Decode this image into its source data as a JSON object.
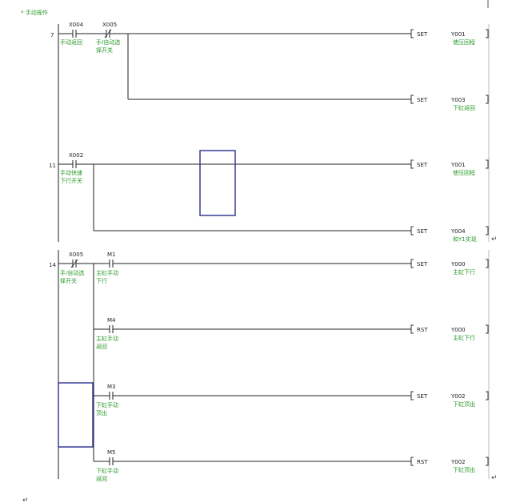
{
  "comment_title": "* 手动操作",
  "colors": {
    "wire": "#222222",
    "device_label": "#2a9a2a",
    "highlight_box": "#2b2f8e"
  },
  "rungs": [
    {
      "step": "7",
      "contacts": [
        {
          "device": "X004",
          "type": "no",
          "comment": [
            "手动返回"
          ]
        },
        {
          "device": "X005",
          "type": "nc",
          "comment": [
            "手/自动选",
            "择开关"
          ]
        }
      ],
      "coils": [
        {
          "instruction": "SET",
          "device": "Y001",
          "comment": "使压回程"
        },
        {
          "instruction": "SET",
          "device": "Y003",
          "comment": "下缸返回"
        }
      ]
    },
    {
      "step": "11",
      "contacts": [
        {
          "device": "X002",
          "type": "no",
          "comment": [
            "手动快速",
            "下行开关"
          ]
        }
      ],
      "coils": [
        {
          "instruction": "SET",
          "device": "Y001",
          "comment": "使压回程"
        },
        {
          "instruction": "SET",
          "device": "Y004",
          "comment": "和Y1实现"
        }
      ]
    },
    {
      "step": "14",
      "contacts": [
        {
          "device": "X005",
          "type": "nc",
          "comment": [
            "手/自动选",
            "择开关"
          ]
        },
        {
          "device": "M1",
          "type": "no",
          "comment": [
            "主缸手动",
            "下行"
          ]
        },
        {
          "device": "M4",
          "type": "no",
          "comment": [
            "主缸手动",
            "返回"
          ]
        },
        {
          "device": "M3",
          "type": "no",
          "comment": [
            "下缸手动",
            "顶出"
          ]
        },
        {
          "device": "M5",
          "type": "no",
          "comment": [
            "下缸手动",
            "返回"
          ]
        }
      ],
      "coils": [
        {
          "instruction": "SET",
          "device": "Y000",
          "comment": "主缸下行"
        },
        {
          "instruction": "RST",
          "device": "Y000",
          "comment": "主缸下行"
        },
        {
          "instruction": "SET",
          "device": "Y002",
          "comment": "下缸顶出"
        },
        {
          "instruction": "RST",
          "device": "Y002",
          "comment": "下缸顶出"
        }
      ]
    }
  ],
  "return_marks": [
    "↵",
    "↵",
    "↵"
  ]
}
